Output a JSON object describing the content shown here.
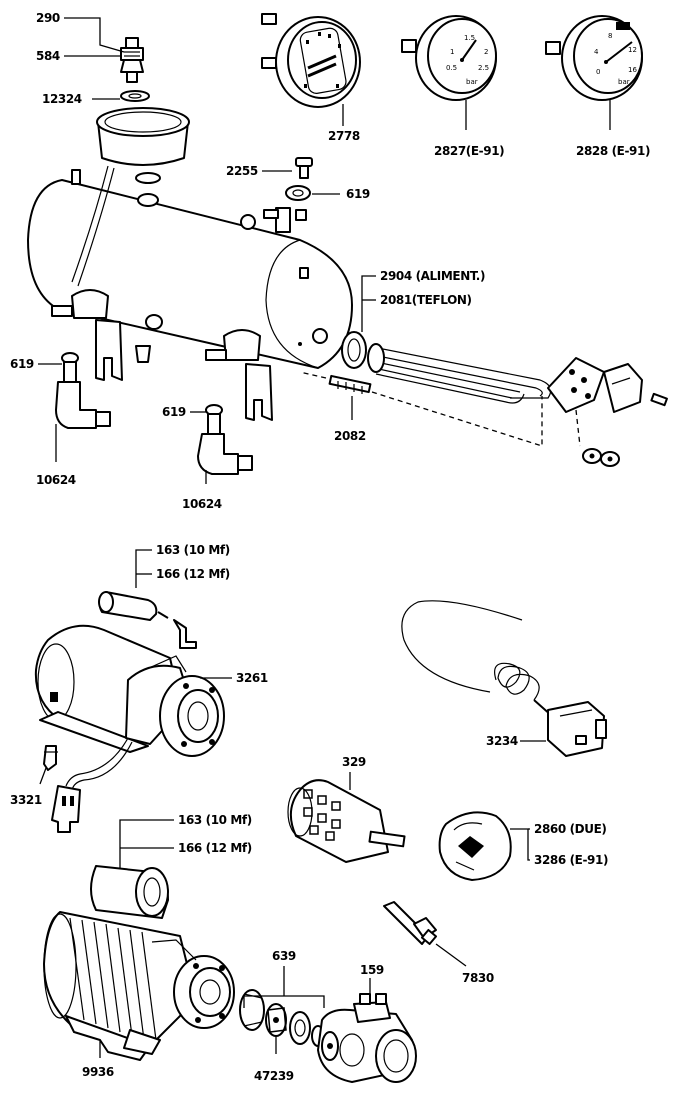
{
  "labels": {
    "l290": "290",
    "l584": "584",
    "l12324": "12324",
    "l2778": "2778",
    "l2827": "2827(E-91)",
    "l2828": "2828 (E-91)",
    "l2255": "2255",
    "l619a": "619",
    "l2904": "2904 (ALIMENT.)",
    "l2081": "2081(TEFLON)",
    "l619b": "619",
    "l619c": "619",
    "l2082": "2082",
    "l10624a": "10624",
    "l10624b": "10624",
    "l163a": "163 (10 Mf)",
    "l166a": "166 (12 Mf)",
    "l3261": "3261",
    "l3321": "3321",
    "l3234": "3234",
    "l329": "329",
    "l2860": "2860 (DUE)",
    "l3286": "3286 (E-91)",
    "l163b": "163 (10 Mf)",
    "l166b": "166 (12 Mf)",
    "l7830": "7830",
    "l639": "639",
    "l159": "159",
    "l9936": "9936",
    "l47239": "47239"
  },
  "gauges": {
    "g2827_ticks": [
      "0.5",
      "1",
      "1.5",
      "2",
      "2.5"
    ],
    "g2827_unit": "bar",
    "g2828_ticks": [
      "0",
      "4",
      "8",
      "12",
      "16"
    ],
    "g2828_unit": "bar"
  }
}
